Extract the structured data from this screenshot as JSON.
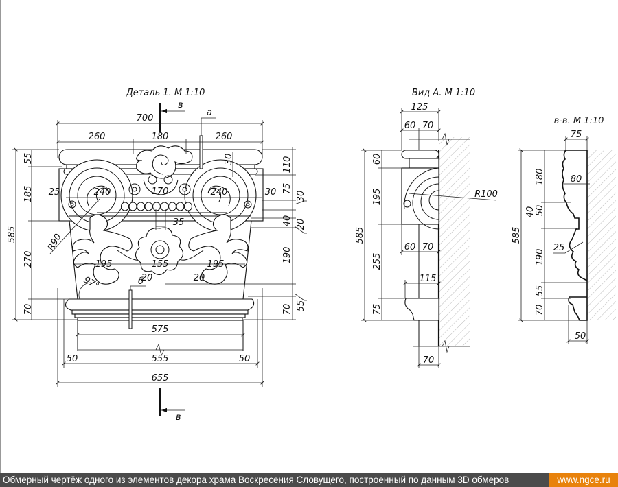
{
  "caption": {
    "text": "Обмерный чертёж одного из элементов декора храма Воскресения Словущего, построенный по данным 3D обмеров",
    "link": "www.ngce.ru"
  },
  "colors": {
    "caption_bg": "#4b4b4b",
    "link_bg": "#e8820c"
  },
  "detail": {
    "title": "Деталь 1. М 1:10",
    "section_marks": {
      "v_top": "в",
      "a": "а",
      "b": "б",
      "v_bottom": "в"
    },
    "dims": [
      "700",
      "260",
      "180",
      "260",
      "55",
      "185",
      "270",
      "70",
      "585",
      "110",
      "75",
      "40",
      "190",
      "70",
      "30",
      "20",
      "55",
      "30",
      "25",
      "240",
      "170",
      "240",
      "30",
      "35",
      "R90",
      "195",
      "155",
      "195",
      "20",
      "20",
      "97°",
      "575",
      "555",
      "50",
      "50",
      "655"
    ]
  },
  "view_a": {
    "title": "Вид А. М 1:10",
    "dims": [
      "125",
      "60",
      "70",
      "60",
      "195",
      "255",
      "75",
      "585",
      "R100",
      "60",
      "70",
      "115",
      "70"
    ]
  },
  "section_vv": {
    "title": "в-в. М 1:10",
    "dims": [
      "75",
      "180",
      "80",
      "40",
      "50",
      "25",
      "190",
      "55",
      "70",
      "585",
      "50"
    ]
  }
}
